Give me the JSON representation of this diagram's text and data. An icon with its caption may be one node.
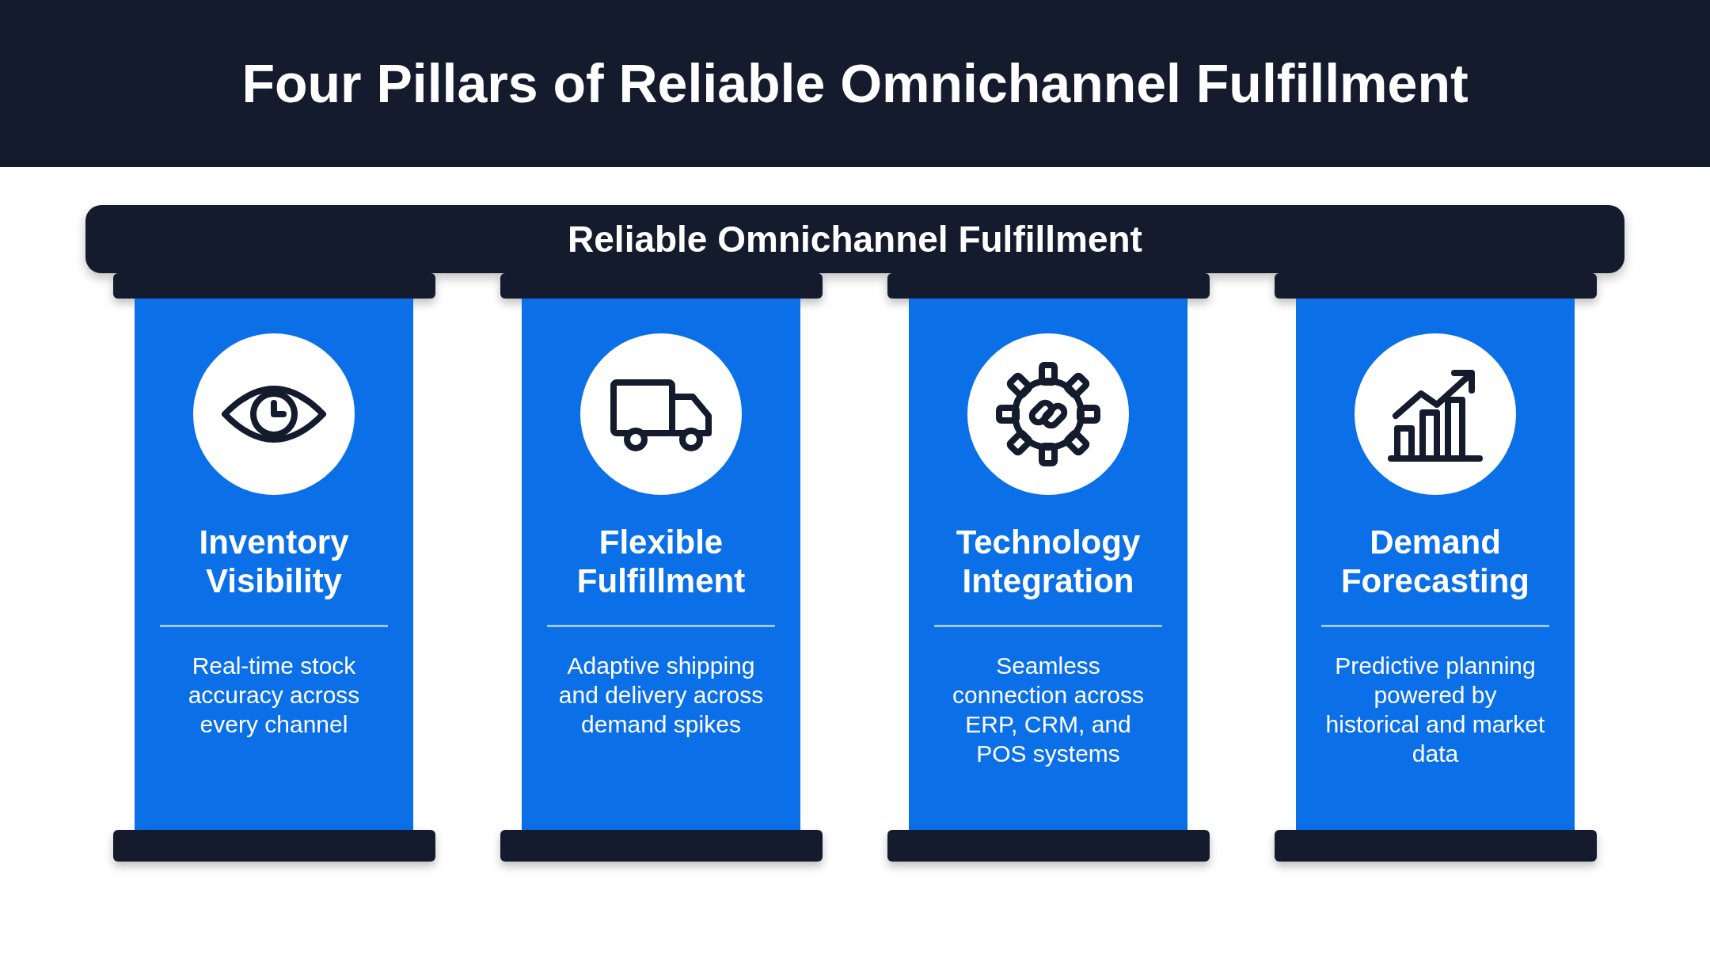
{
  "diagram": {
    "title": "Four Pillars of Reliable Omnichannel Fulfillment",
    "nodes": [
      {
        "text": [
          "Reliable Omnichannel Fulfillment"
        ]
      },
      {
        "text": [],
        "shape": "bar"
      },
      {
        "text": [
          "Inventory Visibility",
          "Real-time stock accuracy across every channel"
        ]
      },
      {
        "text": [],
        "shape": "bar"
      },
      {
        "text": [],
        "shape": "bar"
      },
      {
        "text": [
          "Flexible Fulfillment",
          "Adaptive shipping and delivery across demand spikes"
        ]
      },
      {
        "text": [],
        "shape": "bar"
      },
      {
        "text": [],
        "shape": "bar"
      },
      {
        "text": [
          "Technology Integration",
          "Seamless connection across ERP, CRM, and POS systems"
        ]
      },
      {
        "text": [],
        "shape": "bar"
      },
      {
        "text": [],
        "shape": "bar"
      },
      {
        "text": [
          "Demand Forecasting",
          "Predictive planning powered by historical and market data"
        ]
      },
      {
        "text": [],
        "shape": "bar"
      }
    ],
    "edges": []
  }
}
